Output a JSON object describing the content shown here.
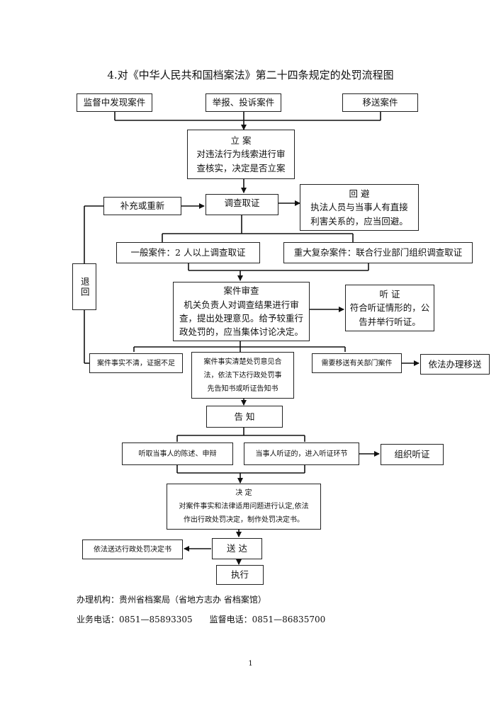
{
  "title": "4.对《中华人民共和国档案法》第二十四条规定的处罚流程图",
  "sources": {
    "supervision": "监督中发现案件",
    "report": "举报、投诉案件",
    "transfer": "移送案件"
  },
  "filing": {
    "heading": "立 案",
    "line1": "对违法行为线索进行审",
    "line2": "查核实，决定是否立案"
  },
  "supplement": "补充或重新",
  "investigate": "调查取证",
  "recusal": {
    "heading": "回 避",
    "line1": "执法人员与当事人有直接",
    "line2": "利害关系的，应当回避。"
  },
  "general_case": "一般案件：2 人以上调查取证",
  "major_case": "重大复杂案件：联合行业部门组织调查取证",
  "return_label": "退回",
  "review": {
    "heading": "案件审查",
    "line1": "机关负责人对调查结果进行审",
    "line2": "查，提出处理意见。给予较重行",
    "line3": "政处罚的，应当集体讨论决定。"
  },
  "hearing": {
    "heading": "听 证",
    "line1": "符合听证情形的，公",
    "line2": "告并举行听证。"
  },
  "unclear_facts": "案件事实不清，证据不足",
  "clear_facts": {
    "line1": "案件事实清楚处罚意见合",
    "line2": "法，依法下达行政处罚事",
    "line3": "先告知书或听证告知书"
  },
  "transfer_needed": "需要移送有关部门案件",
  "transfer_by_law": "依法办理移送",
  "notify": "告  知",
  "listen": "听取当事人的陈述、申辩",
  "hearing_request": "当事人听证的，进入听证环节",
  "organize_hearing": "组织听证",
  "decision": {
    "heading": "决  定",
    "line1": "对案件事实和法律适用问题进行认定,依法",
    "line2": "作出行政处罚决定，制作处罚决定书。"
  },
  "deliver_by_law": "依法送达行政处罚决定书",
  "deliver": "送 达",
  "execute": "执行",
  "footer": {
    "office": "办理机构：贵州省档案局（省地方志办 省档案馆）",
    "phones": "业务电话：0851—85893305　　监督电话：0851—86835700"
  },
  "page_number": "1"
}
